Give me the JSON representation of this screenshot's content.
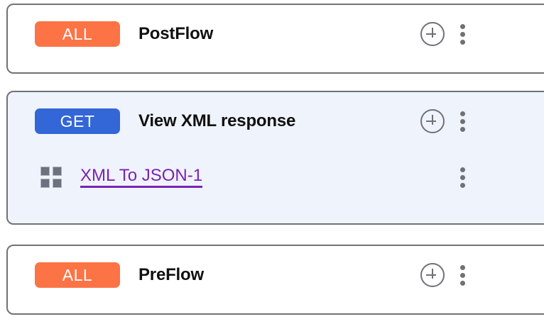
{
  "flows": [
    {
      "id": "postflow",
      "badge": {
        "label": "ALL",
        "color": "#fc7346"
      },
      "title": "PostFlow",
      "selected": false,
      "add_icon": "plus-circle-icon",
      "menu_icon": "kebab-menu-icon",
      "policies": []
    },
    {
      "id": "view-xml-response",
      "badge": {
        "label": "GET",
        "color": "#3366d6"
      },
      "title": "View XML response",
      "selected": true,
      "add_icon": "plus-circle-icon",
      "menu_icon": "kebab-menu-icon",
      "policies": [
        {
          "icon": "grid-policy-icon",
          "label": "XML To JSON-1",
          "link_color": "#7b22b3",
          "menu_icon": "kebab-menu-icon"
        }
      ]
    },
    {
      "id": "preflow",
      "badge": {
        "label": "ALL",
        "color": "#fc7346"
      },
      "title": "PreFlow",
      "selected": false,
      "add_icon": "plus-circle-icon",
      "menu_icon": "kebab-menu-icon",
      "policies": []
    }
  ],
  "theme": {
    "card_border": "#707276",
    "card_background": "#ffffff",
    "selected_card_background": "#eff3fc",
    "icon_gray": "#6f7175",
    "title_color": "#101010"
  }
}
